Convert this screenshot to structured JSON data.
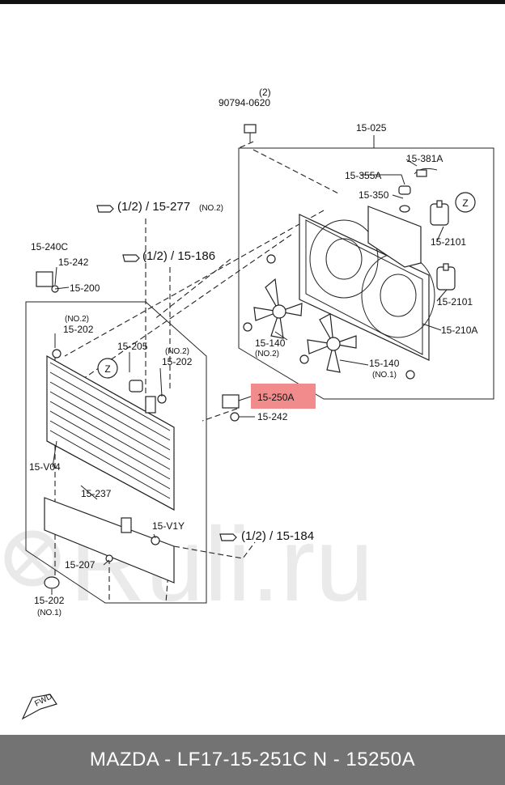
{
  "watermark": "Ruli.ru",
  "footer": "MAZDA - LF17-15-251C     N - 15250A",
  "highlight_color": "#f28b8b",
  "labels": {
    "bolt_qty": "(2)",
    "bolt_num": "90794-0620",
    "shroud": "15-025",
    "hose": "15-381A",
    "cap_355a": "15-355A",
    "tank": "15-350",
    "ref_277": "(1/2) / 15-277",
    "ref_277_no": "(NO.2)",
    "z_top": "Z",
    "z_left": "Z",
    "motor_top": "15-2101",
    "motor_bot": "15-2101",
    "bracket_240c": "15-240C",
    "ref_186": "(1/2) / 15-186",
    "p242_top": "15-242",
    "radiator": "15-200",
    "p202_no2_a_qty": "(NO.2)",
    "p202_no2_a": "15-202",
    "p140_no2": "15-140",
    "p140_no2_qty": "(NO.2)",
    "fan_210a": "15-210A",
    "p205": "15-205",
    "p202_no2_b_qty": "(NO.2)",
    "p202_no2_b": "15-202",
    "p140_no1": "15-140",
    "p140_no1_qty": "(NO.1)",
    "p250a": "15-250A",
    "p242_bot": "15-242",
    "pv04": "15-V04",
    "p237": "15-237",
    "pv1y": "15-V1Y",
    "ref_184": "(1/2) / 15-184",
    "p207": "15-207",
    "p202_no1": "15-202",
    "p202_no1_qty": "(NO.1)",
    "fwd": "FWD"
  }
}
